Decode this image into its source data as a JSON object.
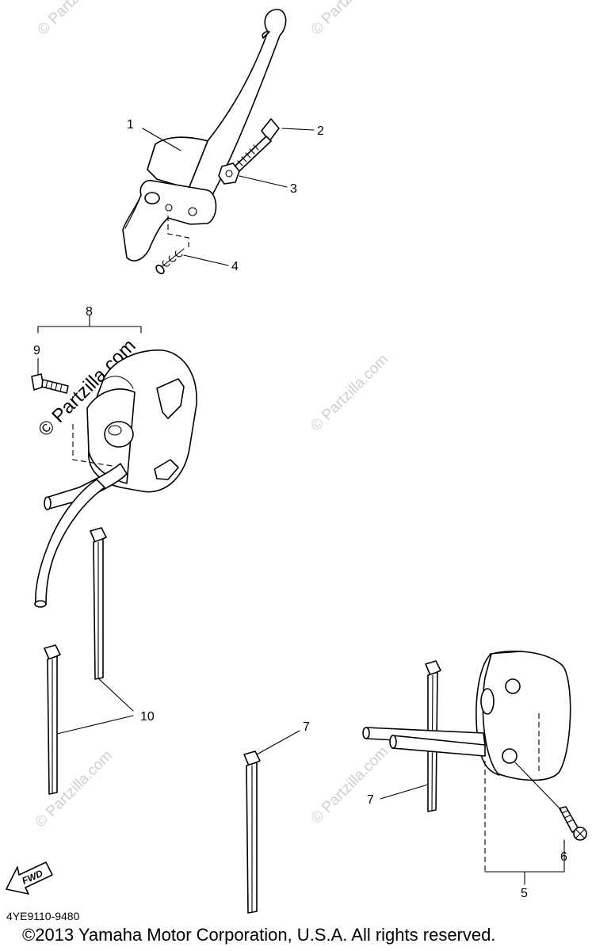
{
  "diagram": {
    "code": "4YE9110-9480",
    "copyright": "©2013 Yamaha Motor Corporation, U.S.A. All rights reserved.",
    "direction_label": "FWD",
    "watermark_text": "© Partzilla.com",
    "callouts": [
      "1",
      "2",
      "3",
      "4",
      "5",
      "6",
      "7",
      "7",
      "8",
      "9",
      "10"
    ]
  }
}
